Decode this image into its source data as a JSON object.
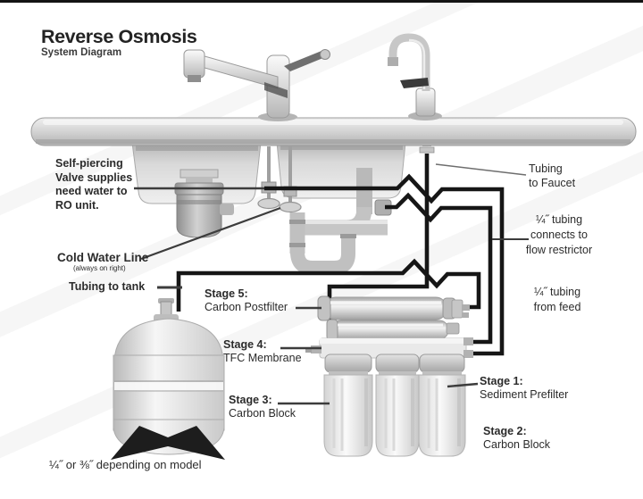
{
  "title": {
    "main": "Reverse Osmosis",
    "subtitle": "System Diagram"
  },
  "annotations": {
    "self_piercing": {
      "l1": "Self-piercing",
      "l2": "Valve supplies",
      "l3": "need water to",
      "l4": "RO unit."
    },
    "cold_water": {
      "title": "Cold Water Line",
      "note": "(always on right)"
    },
    "tubing_to_tank": "Tubing to tank",
    "tubing_to_faucet": {
      "l1": "Tubing",
      "l2": "to Faucet"
    },
    "flow_restrictor": {
      "l1": "¼˝ tubing",
      "l2": "connects to",
      "l3": "flow restrictor"
    },
    "from_feed": {
      "l1": "¼˝ tubing",
      "l2": "from feed"
    },
    "bottom_note": "¼˝ or ⅜˝ depending on model"
  },
  "stages": [
    {
      "name": "Stage 5:",
      "desc": "Carbon Postfilter"
    },
    {
      "name": "Stage 4:",
      "desc": "TFC Membrane"
    },
    {
      "name": "Stage 3:",
      "desc": "Carbon Block"
    },
    {
      "name": "Stage 1:",
      "desc": "Sediment Prefilter"
    },
    {
      "name": "Stage 2:",
      "desc": "Carbon Block"
    }
  ],
  "colors": {
    "tubing": "#161616",
    "label_text": "#2b2b2b",
    "metal_light": "#f2f2f2",
    "metal_mid": "#c4c4c4",
    "metal_dark": "#9a9a9a",
    "tank_base": "#1d1d1d",
    "background": "#ffffff"
  }
}
